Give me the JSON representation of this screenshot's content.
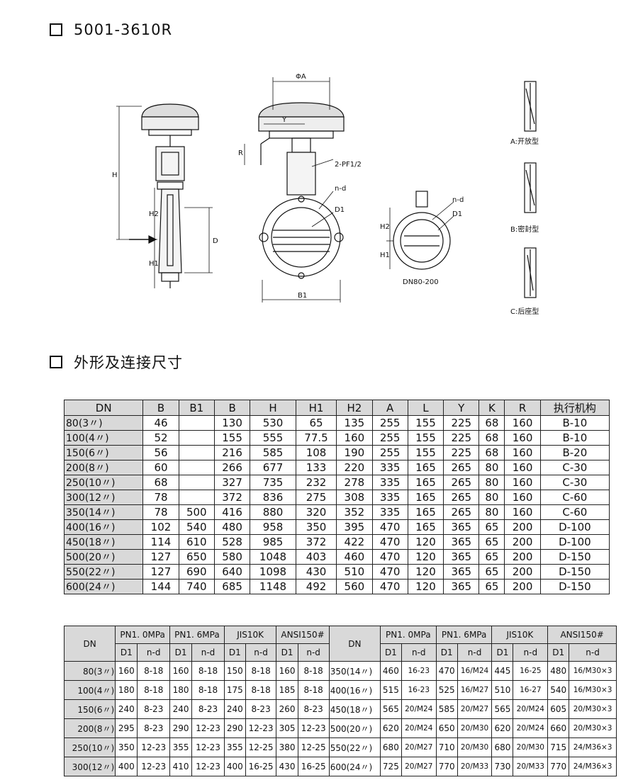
{
  "title": "5001-3610R",
  "section_title": "外形及连接尺寸",
  "drawing": {
    "labels": {
      "phiA": "ΦA",
      "Y": "Y",
      "R": "R",
      "H": "H",
      "H2": "H2",
      "H1": "H1",
      "D": "D",
      "B1": "B1",
      "pf": "2-PF1/2",
      "nd": "n-d",
      "D1": "D1",
      "nd_small": "n-d",
      "D1_small": "D1",
      "H2_small": "H2",
      "H1_small": "H1",
      "dn_range": "DN80-200",
      "type_a": "A:开放型",
      "type_b": "B:密封型",
      "type_c": "C:后座型"
    }
  },
  "table1": {
    "headers": [
      "DN",
      "B",
      "B1",
      "B",
      "H",
      "H1",
      "H2",
      "A",
      "L",
      "Y",
      "K",
      "R",
      "执行机构"
    ],
    "rows": [
      [
        "80(3〃)",
        "46",
        "",
        "130",
        "530",
        "65",
        "135",
        "255",
        "155",
        "225",
        "68",
        "160",
        "B-10"
      ],
      [
        "100(4〃)",
        "52",
        "",
        "155",
        "555",
        "77.5",
        "160",
        "255",
        "155",
        "225",
        "68",
        "160",
        "B-10"
      ],
      [
        "150(6〃)",
        "56",
        "",
        "216",
        "585",
        "108",
        "190",
        "255",
        "155",
        "225",
        "68",
        "160",
        "B-20"
      ],
      [
        "200(8〃)",
        "60",
        "",
        "266",
        "677",
        "133",
        "220",
        "335",
        "165",
        "265",
        "80",
        "160",
        "C-30"
      ],
      [
        "250(10〃)",
        "68",
        "",
        "327",
        "735",
        "232",
        "278",
        "335",
        "165",
        "265",
        "80",
        "160",
        "C-30"
      ],
      [
        "300(12〃)",
        "78",
        "",
        "372",
        "836",
        "275",
        "308",
        "335",
        "165",
        "265",
        "80",
        "160",
        "C-60"
      ],
      [
        "350(14〃)",
        "78",
        "500",
        "416",
        "880",
        "320",
        "352",
        "335",
        "165",
        "265",
        "80",
        "160",
        "C-60"
      ],
      [
        "400(16〃)",
        "102",
        "540",
        "480",
        "958",
        "350",
        "395",
        "470",
        "165",
        "365",
        "65",
        "200",
        "D-100"
      ],
      [
        "450(18〃)",
        "114",
        "610",
        "528",
        "985",
        "372",
        "422",
        "470",
        "120",
        "365",
        "65",
        "200",
        "D-100"
      ],
      [
        "500(20〃)",
        "127",
        "650",
        "580",
        "1048",
        "403",
        "460",
        "470",
        "120",
        "365",
        "65",
        "200",
        "D-150"
      ],
      [
        "550(22〃)",
        "127",
        "690",
        "640",
        "1098",
        "430",
        "510",
        "470",
        "120",
        "365",
        "65",
        "200",
        "D-150"
      ],
      [
        "600(24〃)",
        "144",
        "740",
        "685",
        "1148",
        "492",
        "560",
        "470",
        "120",
        "365",
        "65",
        "200",
        "D-150"
      ]
    ]
  },
  "table2": {
    "dn_label": "DN",
    "groups": [
      "PN1. 0MPa",
      "PN1. 6MPa",
      "JIS10K",
      "ANSI150#"
    ],
    "sub": [
      "D1",
      "n-d"
    ],
    "rows": [
      [
        "80(3〃)",
        "160",
        "8-18",
        "160",
        "8-18",
        "150",
        "8-18",
        "160",
        "8-18",
        "350(14〃)",
        "460",
        "16-23",
        "470",
        "16/M24",
        "445",
        "16-25",
        "480",
        "16/M30×3"
      ],
      [
        "100(4〃)",
        "180",
        "8-18",
        "180",
        "8-18",
        "175",
        "8-18",
        "185",
        "8-18",
        "400(16〃)",
        "515",
        "16-23",
        "525",
        "16/M27",
        "510",
        "16-27",
        "540",
        "16/M30×3"
      ],
      [
        "150(6〃)",
        "240",
        "8-23",
        "240",
        "8-23",
        "240",
        "8-23",
        "260",
        "8-23",
        "450(18〃)",
        "565",
        "20/M24",
        "585",
        "20/M27",
        "565",
        "20/M24",
        "605",
        "20/M30×3"
      ],
      [
        "200(8〃)",
        "295",
        "8-23",
        "290",
        "12-23",
        "290",
        "12-23",
        "305",
        "12-23",
        "500(20〃)",
        "620",
        "20/M24",
        "650",
        "20/M30",
        "620",
        "20/M24",
        "660",
        "20/M30×3"
      ],
      [
        "250(10〃)",
        "350",
        "12-23",
        "355",
        "12-23",
        "355",
        "12-25",
        "380",
        "12-25",
        "550(22〃)",
        "680",
        "20/M27",
        "710",
        "20/M30",
        "680",
        "20/M30",
        "715",
        "24/M36×3"
      ],
      [
        "300(12〃)",
        "400",
        "12-23",
        "410",
        "12-23",
        "400",
        "16-25",
        "430",
        "16-25",
        "600(24〃)",
        "725",
        "20/M27",
        "770",
        "20/M33",
        "730",
        "20/M33",
        "770",
        "24/M36×3"
      ]
    ]
  }
}
